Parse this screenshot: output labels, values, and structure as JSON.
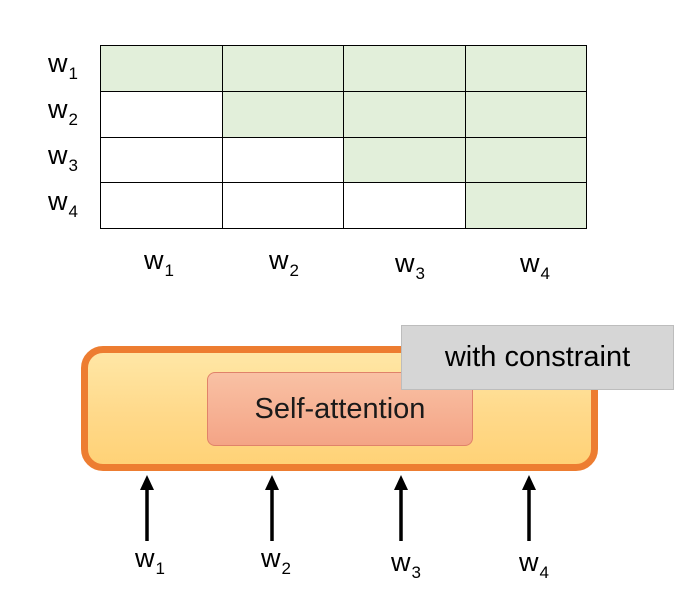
{
  "matrix": {
    "rows": [
      {
        "token": "w",
        "index": "1"
      },
      {
        "token": "w",
        "index": "2"
      },
      {
        "token": "w",
        "index": "3"
      },
      {
        "token": "w",
        "index": "4"
      }
    ],
    "cols": [
      {
        "token": "w",
        "index": "1"
      },
      {
        "token": "w",
        "index": "2"
      },
      {
        "token": "w",
        "index": "3"
      },
      {
        "token": "w",
        "index": "4"
      }
    ],
    "mask": [
      [
        1,
        1,
        1,
        1
      ],
      [
        0,
        1,
        1,
        1
      ],
      [
        0,
        0,
        1,
        1
      ],
      [
        0,
        0,
        0,
        1
      ]
    ],
    "active_color": "#e2efda",
    "inactive_color": "#ffffff"
  },
  "block": {
    "label": "Self-attention",
    "constraint_label": "with constraint",
    "outer_border_color": "#ed7d31"
  },
  "inputs": [
    {
      "token": "w",
      "index": "1"
    },
    {
      "token": "w",
      "index": "2"
    },
    {
      "token": "w",
      "index": "3"
    },
    {
      "token": "w",
      "index": "4"
    }
  ]
}
